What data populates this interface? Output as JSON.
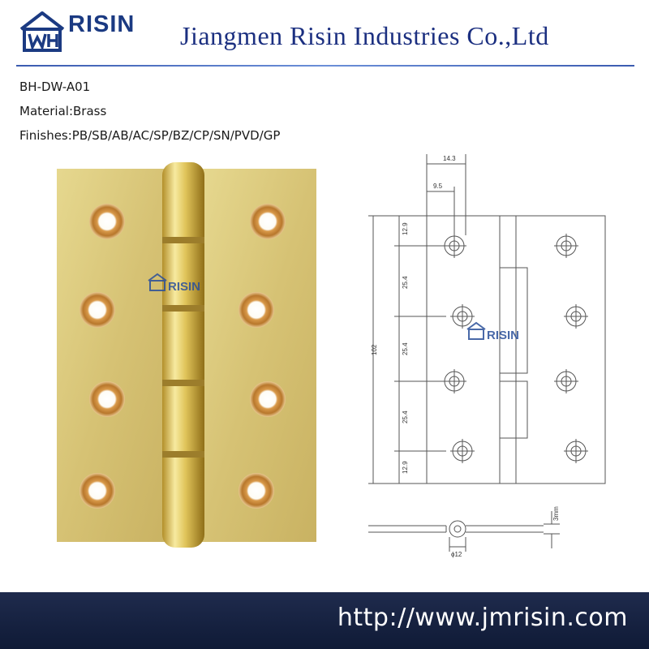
{
  "header": {
    "logo_text": "RISIN",
    "company_name": "Jiangmen Risin Industries Co.,Ltd"
  },
  "specs": {
    "model": "BH-DW-A01",
    "material": "Material:Brass",
    "finishes": "Finishes:PB/SB/AB/AC/SP/BZ/CP/SN/PVD/GP"
  },
  "watermark": {
    "text": "RISIN"
  },
  "drawing": {
    "dims": {
      "top_width": "14.3",
      "hole_offset": "9.5",
      "total_height": "102",
      "edge_top": "12.9",
      "pitch_1": "25.4",
      "pitch_2": "25.4",
      "pitch_3": "25.4",
      "edge_bottom": "12.9",
      "thickness": "3mm",
      "knuckle_diameter": "ϕ12"
    }
  },
  "colors": {
    "brand_blue": "#1b2f80",
    "brass": "#d9c77a",
    "footer": "#1f2b4d"
  },
  "footer": {
    "website": "http://www.jmrisin.com"
  }
}
